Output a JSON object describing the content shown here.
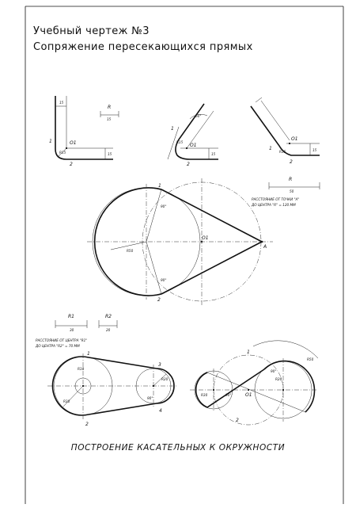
{
  "sheet": {
    "title_line1": "Учебный чертеж №3",
    "title_line2": "Сопряжение пересекающихся прямых",
    "caption": "ПОСТРОЕНИЕ КАСАТЕЛЬНЫХ К ОКРУЖНОСТИ"
  },
  "fig1": {
    "radius_label": "R",
    "dim_r": "15",
    "dim_top": "15",
    "dim_side": "15",
    "label_1": "1",
    "label_2": "2",
    "label_o1": "O1",
    "label_r": "R15"
  },
  "fig2": {
    "label_1": "1",
    "label_2": "2",
    "label_o1": "O1",
    "label_r": "R15",
    "angle": "60°",
    "dim_side": "15"
  },
  "fig3": {
    "label_1": "1",
    "label_2": "2",
    "label_o1": "O1",
    "label_r": "R15",
    "dim_side": "15"
  },
  "tangent": {
    "radius_label": "R",
    "dim_r": "50",
    "note_line1": "РАССТОЯНИЕ ОТ ТОЧКИ \"А\"",
    "note_line2": "ДО ЦЕНТРА \"R\" = 120 ММ",
    "label_1": "1",
    "label_2": "2",
    "label_o1": "O1",
    "label_a": "A",
    "label_r50": "R50",
    "angle_top": "90°",
    "angle_bottom": "90°"
  },
  "two_circles": {
    "r1_label": "R1",
    "r1_dim": "30",
    "r2_label": "R2",
    "r2_dim": "20",
    "note_line1": "РАССТОЯНИЕ ОТ ЦЕНТРА \"R1\"",
    "note_line2": "ДО ЦЕНТРА \"R2\" = 70 ММ",
    "label_1": "1",
    "label_2": "2",
    "label_3": "3",
    "label_4": "4",
    "label_r30": "R30",
    "label_r20": "R20",
    "label_r10": "R10",
    "angle": "90°"
  },
  "inner_tangent": {
    "label_1": "1",
    "label_2": "2",
    "label_o1": "O1",
    "label_r": "R50",
    "label_r2": "R30",
    "label_r3": "R20",
    "angle1": "90°",
    "angle2": "90°"
  }
}
